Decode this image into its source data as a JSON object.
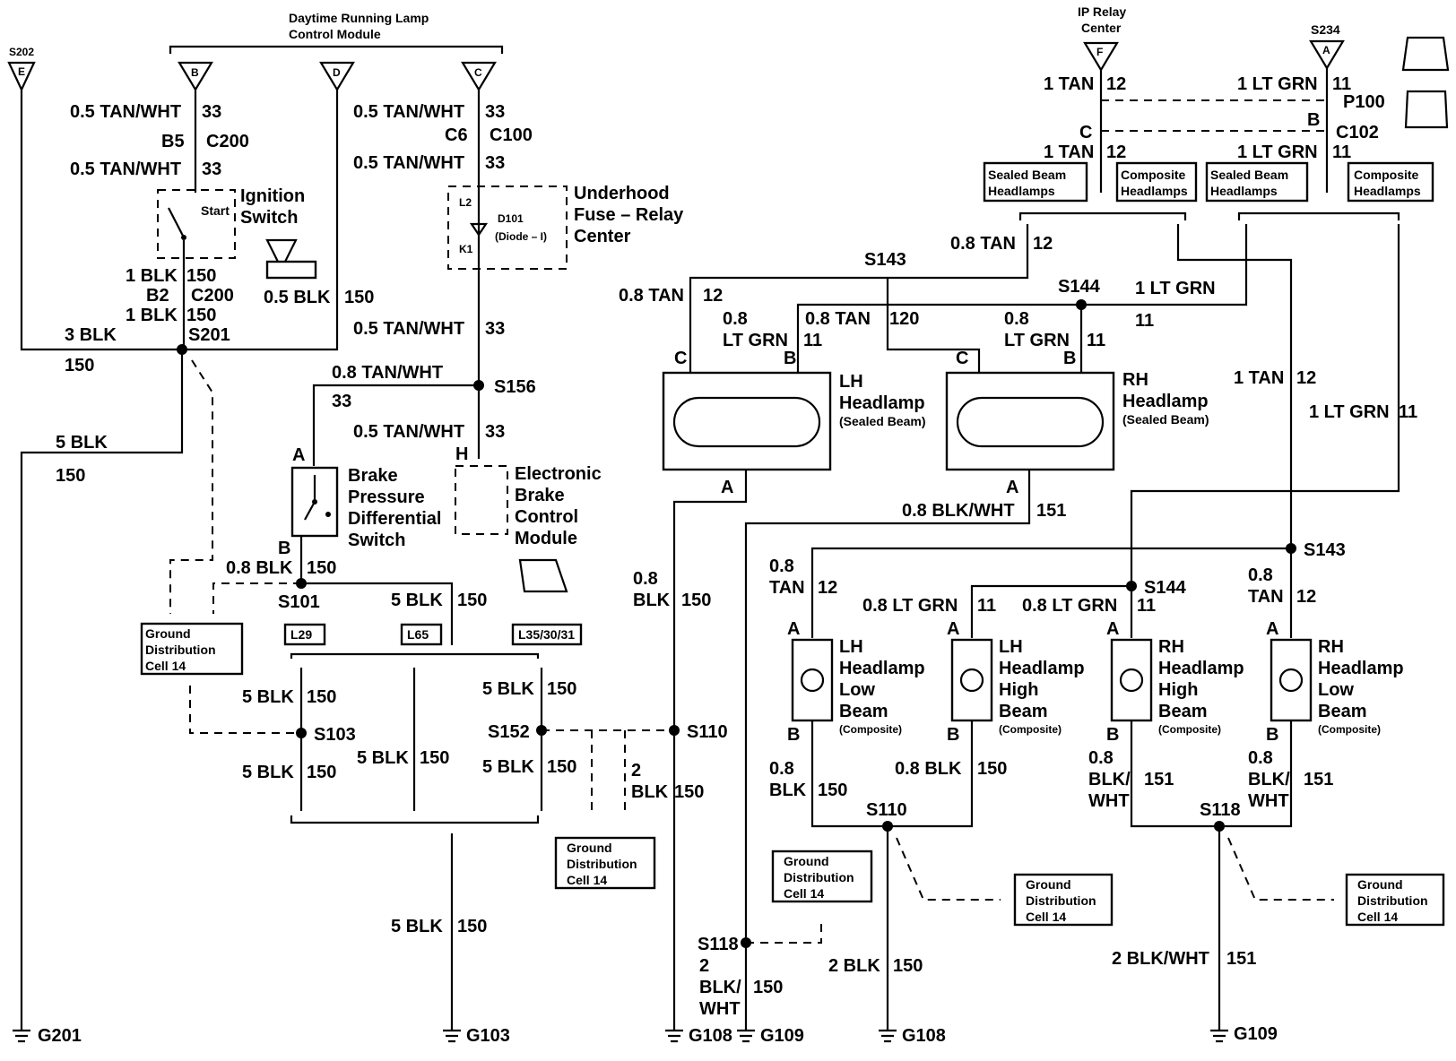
{
  "modules": {
    "drl": "Daytime Running Lamp Control Module",
    "ip_relay": "IP Relay Center",
    "ignition": "Ignition Switch",
    "start": "Start",
    "underhood": "Underhood Fuse – Relay Center",
    "d101": "D101",
    "diode": "(Diode – I)",
    "brake_switch": "Brake Pressure Differential Switch",
    "ebcm": "Electronic Brake Control Module"
  },
  "connectors": {
    "top_pins": [
      "E",
      "B",
      "D",
      "C",
      "F",
      "A"
    ],
    "c200": "C200",
    "b5": "B5",
    "b2": "B2",
    "c100": "C100",
    "c6": "C6",
    "p100": "P100",
    "c102": "C102",
    "l2": "L2",
    "k1": "K1"
  },
  "splices": [
    "S202",
    "S234",
    "S201",
    "S156",
    "S101",
    "S103",
    "S152",
    "S110",
    "S118",
    "S143",
    "S144"
  ],
  "grounds": [
    "G201",
    "G103",
    "G108",
    "G109"
  ],
  "options": [
    "L29",
    "L65",
    "L35/30/31"
  ],
  "boxes": {
    "sealed_beam": "Sealed Beam Headlamps",
    "composite": "Composite Headlamps",
    "ground_cell": "Ground Distribution Cell 14"
  },
  "lamps": {
    "lh_sealed": [
      "LH",
      "Headlamp",
      "(Sealed Beam)"
    ],
    "rh_sealed": [
      "RH",
      "Headlamp",
      "(Sealed Beam)"
    ],
    "lh_low": [
      "LH",
      "Headlamp",
      "Low",
      "Beam",
      "(Composite)"
    ],
    "lh_high": [
      "LH",
      "Headlamp",
      "High",
      "Beam",
      "(Composite)"
    ],
    "rh_high": [
      "RH",
      "Headlamp",
      "High",
      "Beam",
      "(Composite)"
    ],
    "rh_low": [
      "RH",
      "Headlamp",
      "Low",
      "Beam",
      "(Composite)"
    ]
  },
  "wires": {
    "tan_wht_05": "0.5 TAN/WHT",
    "tan_wht_08": "0.8 TAN/WHT",
    "c33": "33",
    "c150": "150",
    "c151": "151",
    "c12": "12",
    "c11": "11",
    "c120": "120",
    "blk_1": "1 BLK",
    "blk_3": "3 BLK",
    "blk_5": "5 BLK",
    "blk_05": "0.5 BLK",
    "blk_08": "0.8 BLK",
    "blk_2": "2 BLK",
    "blk_2_wht": "2 BLK/WHT",
    "blk_wht_08": "0.8 BLK/WHT",
    "tan_1": "1 TAN",
    "tan_08": "0.8 TAN",
    "ltgrn_1": "1 LT GRN",
    "ltgrn_08": "0.8 LT GRN",
    "c08": "0.8",
    "c2": "2",
    "blk": "BLK",
    "blk_slash": "BLK/",
    "wht": "WHT",
    "tan": "TAN",
    "ltgrn": "LT GRN"
  },
  "pins": {
    "a": "A",
    "b": "B",
    "c": "C",
    "h": "H"
  }
}
